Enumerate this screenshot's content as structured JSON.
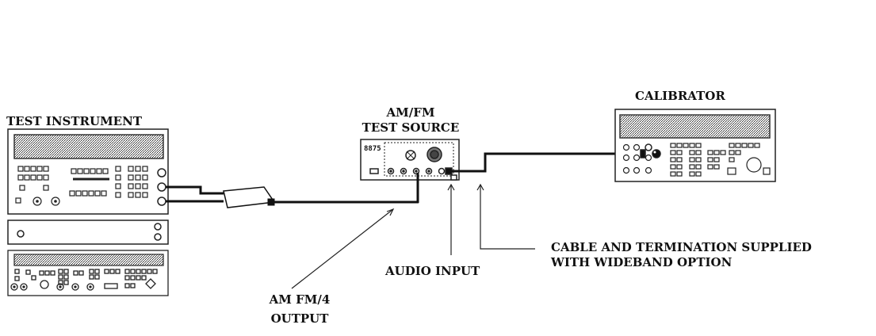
{
  "diagram": {
    "instruments": {
      "test_instrument": "TEST INSTRUMENT",
      "test_source_line1": "AM/FM",
      "test_source_line2": "TEST SOURCE",
      "calibrator": "CALIBRATOR",
      "source_faceplate_text": "8875"
    },
    "callouts": {
      "audio_input": "AUDIO INPUT",
      "am_fm_output_line1": "AM FM/4",
      "am_fm_output_line2": "OUTPUT",
      "cable_line1": "CABLE AND TERMINATION SUPPLIED",
      "cable_line2": "WITH WIDEBAND OPTION"
    }
  }
}
